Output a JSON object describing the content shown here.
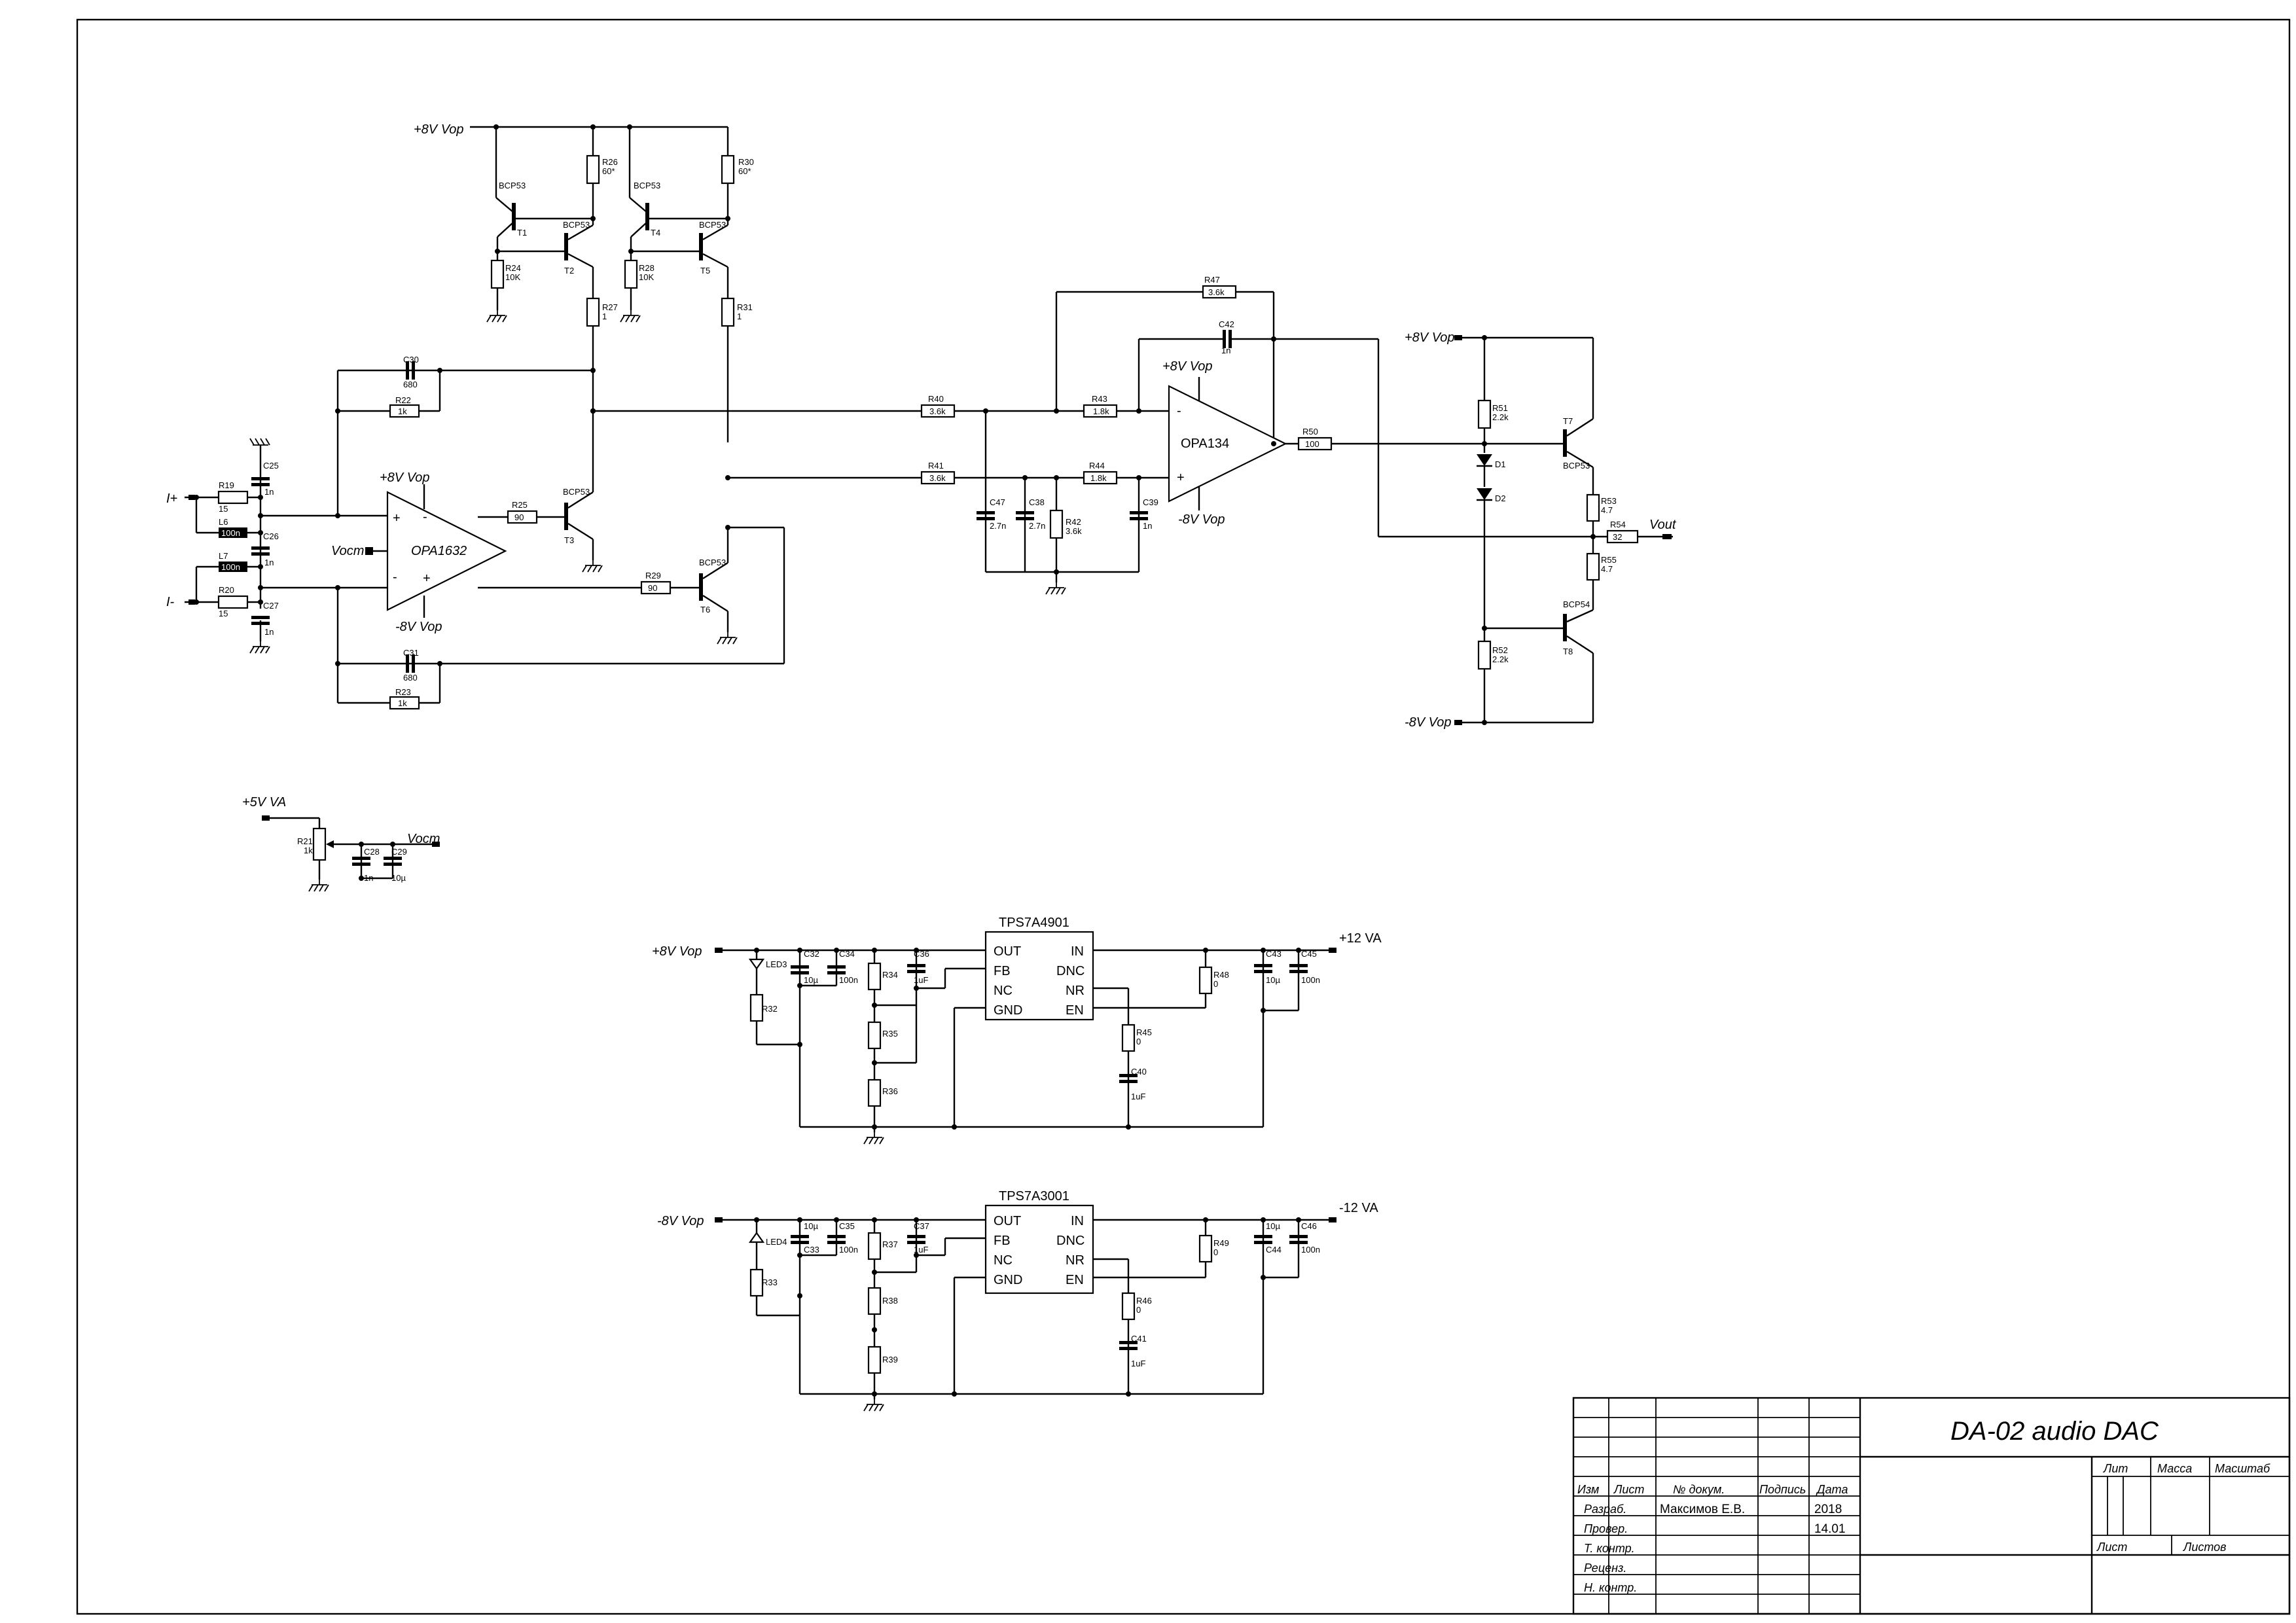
{
  "title_block": {
    "title": "DA-02 audio DAC",
    "col_headers": [
      "Изм",
      "Лист",
      "№ докум.",
      "Подпись",
      "Дата"
    ],
    "rows": [
      {
        "role": "Разраб.",
        "name": "Максимов Е.В.",
        "date": "2018"
      },
      {
        "role": "Провер.",
        "name": "",
        "date": "14.01"
      },
      {
        "role": "Т. контр.",
        "name": "",
        "date": ""
      },
      {
        "role": "Реценз.",
        "name": "",
        "date": ""
      },
      {
        "role": "Н. контр.",
        "name": "",
        "date": ""
      }
    ],
    "lit": "Лит",
    "mass": "Масса",
    "scale": "Масштаб",
    "sheet": "Лист",
    "sheets": "Листов"
  },
  "nets": {
    "p8": "+8V Vop",
    "m8": "-8V Vop",
    "p5va": "+5V VA",
    "vocm": "Vocm",
    "ip": "I+",
    "im": "I-",
    "vout": "Vout",
    "p12": "+12 VA",
    "m12": "-12 VA"
  },
  "ics": {
    "opa1632": "OPA1632",
    "opa134": "OPA134",
    "tps_pos": "TPS7A4901",
    "tps_neg": "TPS7A3001",
    "reg_pins_left": [
      "OUT",
      "FB",
      "NC",
      "GND"
    ],
    "reg_pins_right": [
      "IN",
      "DNC",
      "NR",
      "EN"
    ],
    "opa_plus": "+",
    "opa_minus": "-"
  },
  "components": {
    "T1": "T1",
    "T2": "T2",
    "T3": "T3",
    "T4": "T4",
    "T5": "T5",
    "T6": "T6",
    "T7": "T7",
    "T8": "T8",
    "bcp53": "BCP53",
    "bcp54": "BCP54",
    "R26": "R26",
    "R26v": "60*",
    "R30": "R30",
    "R30v": "60*",
    "R24": "R24",
    "R24v": "10K",
    "R28": "R28",
    "R28v": "10K",
    "R27": "R27",
    "R27v": "1",
    "R31": "R31",
    "R31v": "1",
    "C30": "C30",
    "C30v": "680",
    "R22": "R22",
    "R22v": "1k",
    "C31": "C31",
    "C31v": "680",
    "R23": "R23",
    "R23v": "1k",
    "C25": "C25",
    "C25v": "1n",
    "C26": "C26",
    "C26v": "1n",
    "C27": "C27",
    "C27v": "1n",
    "R19": "R19",
    "R19v": "15",
    "R20": "R20",
    "R20v": "15",
    "L6": "L6",
    "L6v": "100n",
    "L7": "L7",
    "L7v": "100n",
    "R25": "R25",
    "R25v": "90",
    "R29": "R29",
    "R29v": "90",
    "R40": "R40",
    "R40v": "3.6k",
    "R41": "R41",
    "R41v": "3.6k",
    "R43": "R43",
    "R43v": "1.8k",
    "R44": "R44",
    "R44v": "1.8k",
    "R47": "R47",
    "R47v": "3.6k",
    "C42": "C42",
    "C42v": "1n",
    "C47": "C47",
    "C47v": "2.7n",
    "C38": "C38",
    "C38v": "2.7n",
    "R42": "R42",
    "R42v": "3.6k",
    "C39": "C39",
    "C39v": "1n",
    "R50": "R50",
    "R50v": "100",
    "R51": "R51",
    "R51v": "2.2k",
    "R52": "R52",
    "R52v": "2.2k",
    "D1": "D1",
    "D2": "D2",
    "R53": "R53",
    "R53v": "4.7",
    "R54": "R54",
    "R54v": "32",
    "R55": "R55",
    "R55v": "4.7",
    "R21": "R21",
    "R21v": "1k",
    "C28": "C28",
    "C28v": "1n",
    "C29": "C29",
    "C29v": "10µ",
    "LED3": "LED3",
    "LED4": "LED4",
    "C32": "C32",
    "C32v": "10µ",
    "C34": "C34",
    "C34v": "100n",
    "R32": "R32",
    "R34": "R34",
    "R35": "R35",
    "R36": "R36",
    "C36": "C36",
    "C36v": "1uF",
    "R45": "R45",
    "R45v": "0",
    "C40": "C40",
    "C40v": "1uF",
    "R48": "R48",
    "R48v": "0",
    "C43": "C43",
    "C43v": "10µ",
    "C45": "C45",
    "C45v": "100n",
    "C33": "C33",
    "C33v": "10µ",
    "C35": "C35",
    "C35v": "100n",
    "R33": "R33",
    "R37": "R37",
    "R38": "R38",
    "R39": "R39",
    "C37": "C37",
    "C37v": "1uF",
    "R46": "R46",
    "R46v": "0",
    "C41": "C41",
    "C41v": "1uF",
    "R49": "R49",
    "R49v": "0",
    "C44": "C44",
    "C44v": "10µ",
    "C46": "C46",
    "C46v": "100n"
  }
}
